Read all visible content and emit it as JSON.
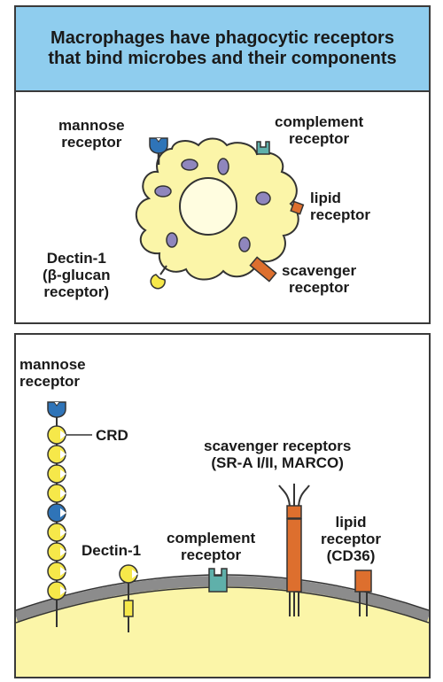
{
  "title": "Macrophages have phagocytic receptors that bind microbes and their components",
  "top_labels": {
    "mannose_line1": "mannose",
    "mannose_line2": "receptor",
    "complement_line1": "complement",
    "complement_line2": "receptor",
    "lipid_line1": "lipid",
    "lipid_line2": "receptor",
    "scavenger_line1": "scavenger",
    "scavenger_line2": "receptor",
    "dectin_line1": "Dectin-1",
    "dectin_line2": "(β-glucan",
    "dectin_line3": "receptor)"
  },
  "bottom_labels": {
    "mannose_line1": "mannose",
    "mannose_line2": "receptor",
    "crd": "CRD",
    "dectin": "Dectin-1",
    "complement_line1": "complement",
    "complement_line2": "receptor",
    "scavenger_line1": "scavenger receptors",
    "scavenger_line2": "(SR-A I/II, MARCO)",
    "lipid_line1": "lipid",
    "lipid_line2": "receptor",
    "lipid_line3": "(CD36)"
  },
  "colors": {
    "title_bg": "#8fcdee",
    "cell_fill": "#fbf5a8",
    "nucleus_fill": "#fffde0",
    "granule": "#8f86bd",
    "mannose_blue": "#2f74b8",
    "crd_yellow": "#f6e84a",
    "complement_teal": "#5fb0aa",
    "scavenger_orange": "#dd6f2e",
    "membrane_gray": "#8c8c8c"
  }
}
